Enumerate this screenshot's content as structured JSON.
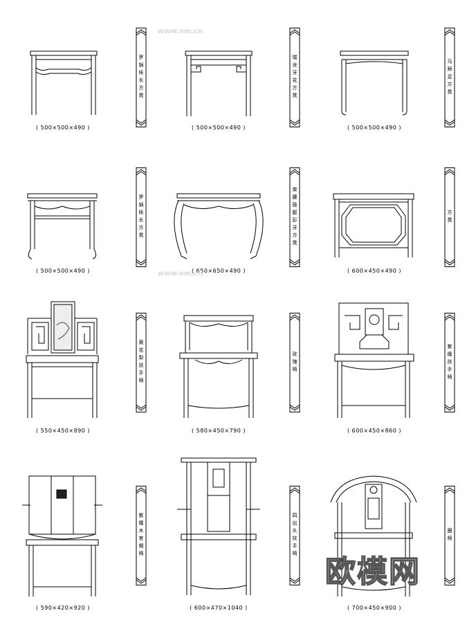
{
  "items": [
    {
      "dim": "( 500×500×490 )",
      "tag": "罗锅枨长方凳"
    },
    {
      "dim": "( 500×500×490 )",
      "tag": "瑞龙牙花方凳"
    },
    {
      "dim": "( 500×500×490 )",
      "tag": "马蹄足方凳"
    },
    {
      "dim": "( 500×500×490 )",
      "tag": "罗锅枨长方凳"
    },
    {
      "dim": "( 650×650×490 )",
      "tag": "束腰鼓腿彭牙方凳"
    },
    {
      "dim": "( 600×450×490 )",
      "tag": "方凳"
    },
    {
      "dim": "( 550×450×890 )",
      "tag": "黄花梨扶手椅"
    },
    {
      "dim": "( 580×450×790 )",
      "tag": "玫瑰椅"
    },
    {
      "dim": "( 600×450×860 )",
      "tag": "紫檀扶手椅"
    },
    {
      "dim": "( 590×420×920 )",
      "tag": "紫檀木官帽椅"
    },
    {
      "dim": "( 600×470×1040 )",
      "tag": "四出头扶手椅"
    },
    {
      "dim": "( 700×450×900 )",
      "tag": "圈椅"
    }
  ],
  "watermark": "欧模网",
  "small_watermark": "www.om.cn"
}
